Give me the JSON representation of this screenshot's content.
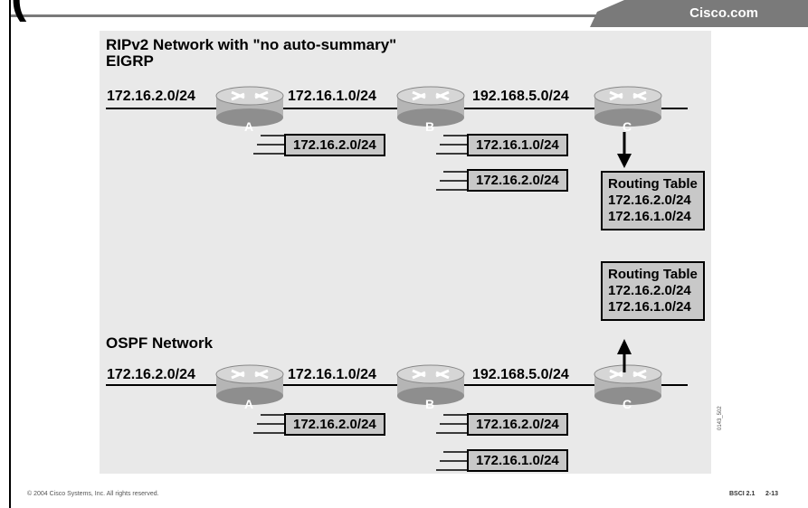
{
  "header": {
    "title_fragment": "(",
    "brand": "Cisco.com"
  },
  "diagram1": {
    "title_line1": "RIPv2 Network with \"no auto-summary\"",
    "title_line2": "EIGRP",
    "net_left": "172.16.2.0/24",
    "net_ab": "172.16.1.0/24",
    "net_bc": "192.168.5.0/24",
    "router_a": "A",
    "router_b": "B",
    "router_c": "C",
    "update_a": "172.16.2.0/24",
    "update_b1": "172.16.1.0/24",
    "update_b2": "172.16.2.0/24",
    "routing_table": {
      "title": "Routing Table",
      "entries": [
        "172.16.2.0/24",
        "172.16.1.0/24"
      ]
    }
  },
  "diagram2": {
    "title": "OSPF Network",
    "net_left": "172.16.2.0/24",
    "net_ab": "172.16.1.0/24",
    "net_bc": "192.168.5.0/24",
    "router_a": "A",
    "router_b": "B",
    "router_c": "C",
    "update_a": "172.16.2.0/24",
    "update_b1": "172.16.2.0/24",
    "update_b2": "172.16.1.0/24",
    "routing_table": {
      "title": "Routing Table",
      "entries": [
        "172.16.2.0/24",
        "172.16.1.0/24"
      ]
    }
  },
  "footer": {
    "copyright": "© 2004 Cisco Systems, Inc. All rights reserved.",
    "course": "BSCI 2.1",
    "slide": "2-13",
    "side_code": "0143_502"
  },
  "colors": {
    "header_bar": "#7a7a7a",
    "panel": "#e9e9e9",
    "box": "#c8c8c8",
    "router": "#bdbdbd"
  }
}
